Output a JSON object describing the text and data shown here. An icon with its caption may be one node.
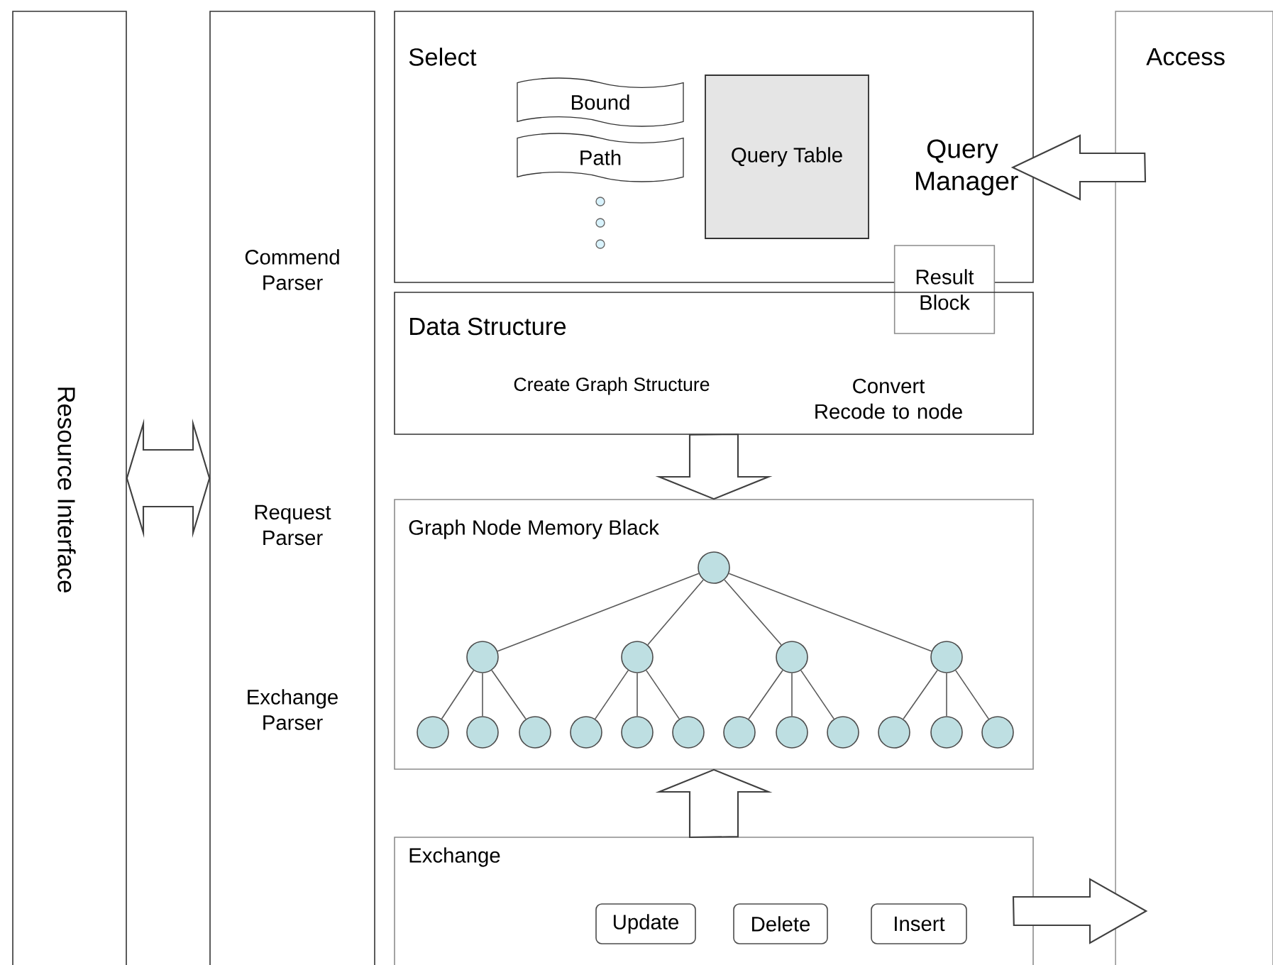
{
  "diagram": {
    "nodes": [
      {
        "text": [
          "Resource Interface"
        ]
      },
      {
        "text": [
          "Commend Parser",
          "Request Parser",
          "Exchange Parser"
        ]
      },
      {
        "text": [
          "Select"
        ]
      },
      {
        "text": [
          "Bound"
        ],
        "in": 2
      },
      {
        "text": [
          "Path"
        ],
        "in": 2
      },
      {
        "text": [
          "Query Table"
        ],
        "in": 2
      },
      {
        "text": [
          "Query Manager"
        ],
        "in": 2
      },
      {
        "text": [
          "Result Block"
        ]
      },
      {
        "text": [
          "Data Structure",
          "Create Graph Structure",
          "Convert Recode to node"
        ]
      },
      {
        "text": [
          "Graph Node Memory Black"
        ]
      },
      {
        "text": [],
        "shape": "circle",
        "in": 9
      },
      {
        "text": [],
        "shape": "circle",
        "in": 9
      },
      {
        "text": [],
        "shape": "circle",
        "in": 9
      },
      {
        "text": [],
        "shape": "circle",
        "in": 9
      },
      {
        "text": [],
        "shape": "circle",
        "in": 9
      },
      {
        "text": [],
        "shape": "circle",
        "in": 9
      },
      {
        "text": [],
        "shape": "circle",
        "in": 9
      },
      {
        "text": [],
        "shape": "circle",
        "in": 9
      },
      {
        "text": [],
        "shape": "circle",
        "in": 9
      },
      {
        "text": [],
        "shape": "circle",
        "in": 9
      },
      {
        "text": [],
        "shape": "circle",
        "in": 9
      },
      {
        "text": [],
        "shape": "circle",
        "in": 9
      },
      {
        "text": [],
        "shape": "circle",
        "in": 9
      },
      {
        "text": [],
        "shape": "circle",
        "in": 9
      },
      {
        "text": [],
        "shape": "circle",
        "in": 9
      },
      {
        "text": [],
        "shape": "circle",
        "in": 9
      },
      {
        "text": [],
        "shape": "circle",
        "in": 9
      },
      {
        "text": [
          "Exchange"
        ]
      },
      {
        "text": [
          "Update"
        ],
        "in": 27
      },
      {
        "text": [
          "Delete"
        ],
        "in": 27
      },
      {
        "text": [
          "Insert"
        ],
        "in": 27
      },
      {
        "text": [
          "Access"
        ]
      }
    ],
    "edges": [
      {
        "from": 0,
        "to": 1,
        "arrow": "both",
        "style": "thick"
      },
      {
        "from": 31,
        "to": 6,
        "arrow": "to",
        "style": "thick"
      },
      {
        "from": 8,
        "to": 9,
        "arrow": "to",
        "style": "thick"
      },
      {
        "from": 27,
        "to": 9,
        "arrow": "to",
        "style": "thick"
      },
      {
        "from": 27,
        "to": 31,
        "arrow": "to",
        "style": "thick"
      },
      {
        "from": 10,
        "to": 11,
        "arrow": "none"
      },
      {
        "from": 10,
        "to": 12,
        "arrow": "none"
      },
      {
        "from": 10,
        "to": 13,
        "arrow": "none"
      },
      {
        "from": 10,
        "to": 14,
        "arrow": "none"
      },
      {
        "from": 11,
        "to": 15,
        "arrow": "none"
      },
      {
        "from": 11,
        "to": 16,
        "arrow": "none"
      },
      {
        "from": 11,
        "to": 17,
        "arrow": "none"
      },
      {
        "from": 12,
        "to": 18,
        "arrow": "none"
      },
      {
        "from": 12,
        "to": 19,
        "arrow": "none"
      },
      {
        "from": 12,
        "to": 20,
        "arrow": "none"
      },
      {
        "from": 13,
        "to": 21,
        "arrow": "none"
      },
      {
        "from": 13,
        "to": 22,
        "arrow": "none"
      },
      {
        "from": 13,
        "to": 23,
        "arrow": "none"
      },
      {
        "from": 14,
        "to": 24,
        "arrow": "none"
      },
      {
        "from": 14,
        "to": 25,
        "arrow": "none"
      },
      {
        "from": 14,
        "to": 26,
        "arrow": "none"
      }
    ]
  }
}
